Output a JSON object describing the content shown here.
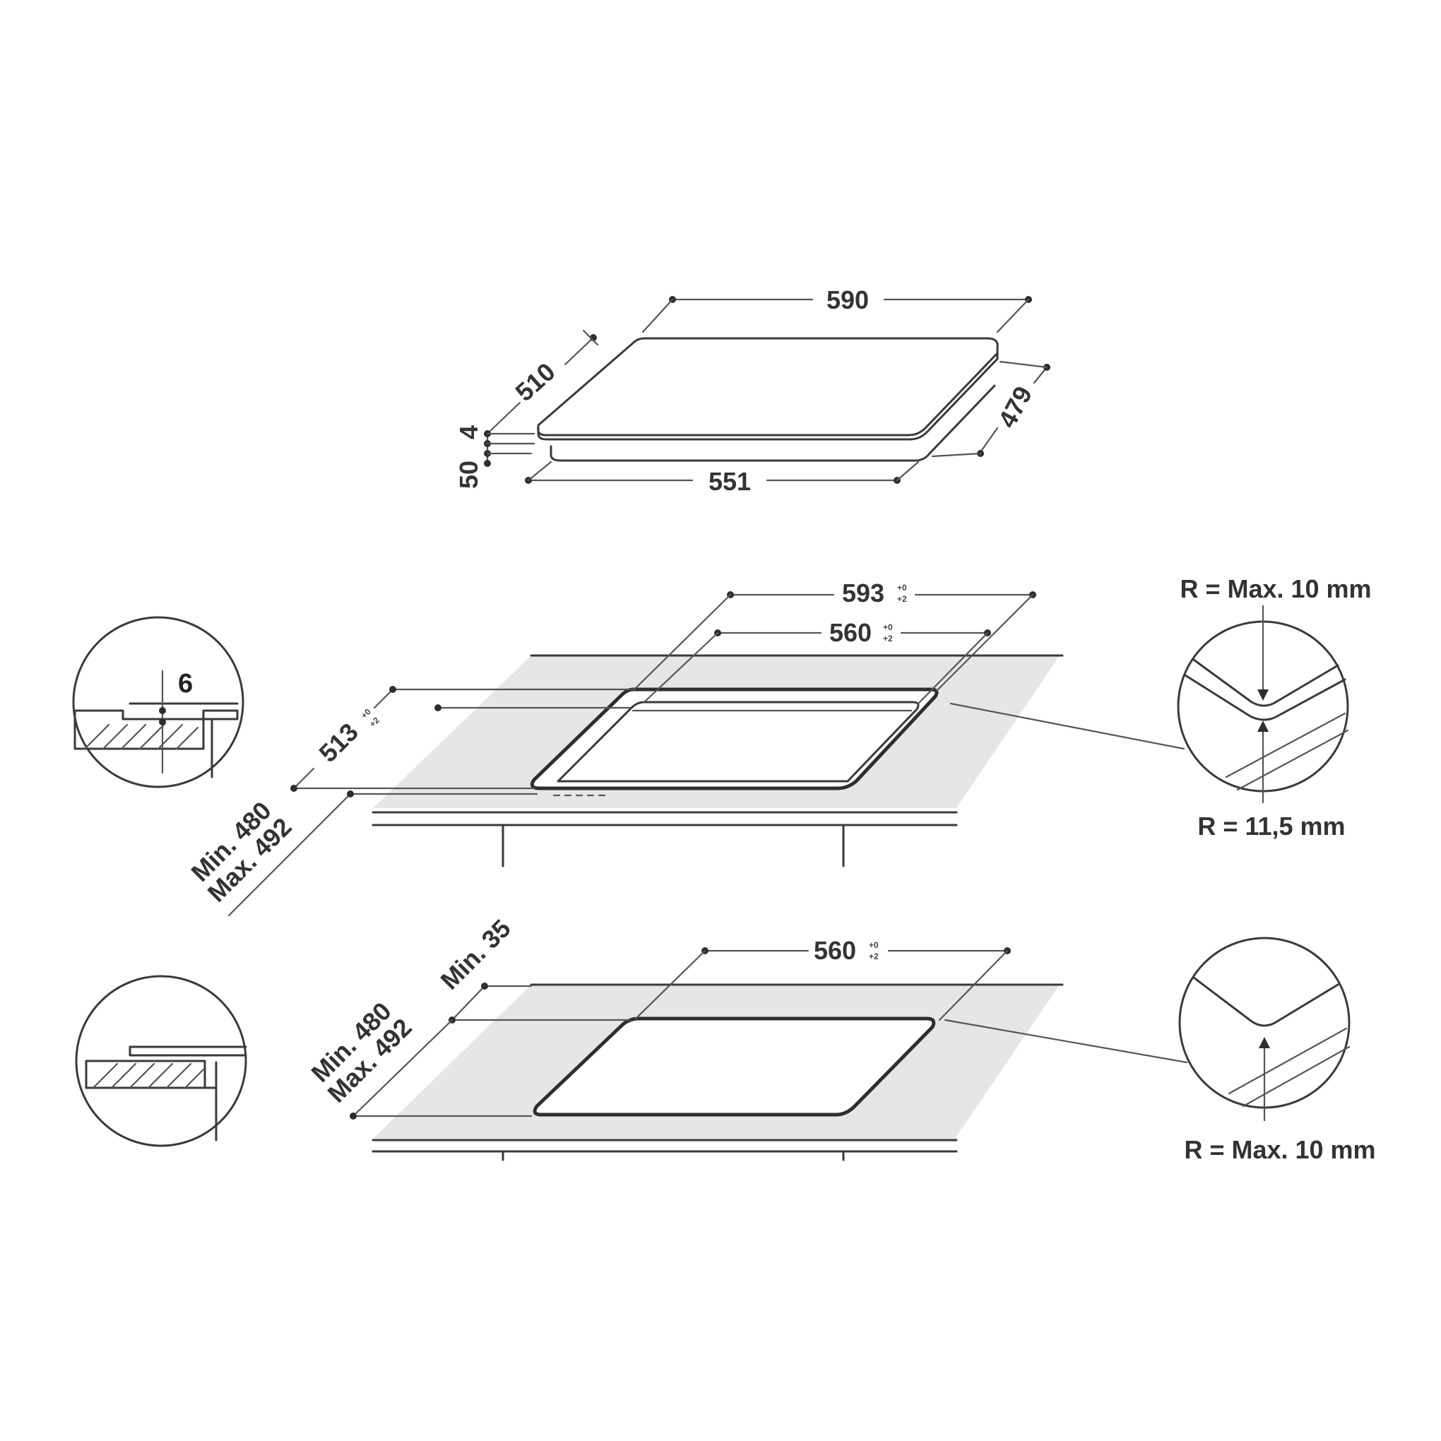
{
  "top_view": {
    "width_label": "590",
    "depth_label": "510",
    "thickness_label": "4",
    "height_label": "50",
    "bottom_width_label": "551",
    "bottom_depth_label": "479"
  },
  "flush_install": {
    "cutout_outer_width_label": "593",
    "cutout_outer_width_tol_top": "+0",
    "cutout_outer_width_tol_bottom": "+2",
    "cutout_inner_width_label": "560",
    "cutout_inner_width_tol_top": "+0",
    "cutout_inner_width_tol_bottom": "+2",
    "cutout_outer_depth_label": "513",
    "cutout_outer_depth_tol_top": "+0",
    "cutout_outer_depth_tol_bottom": "+2",
    "depth_min_label": "Min. 480",
    "depth_max_label": "Max. 492",
    "step_depth_label": "6",
    "corner_outer_radius_label": "R = Max. 10 mm",
    "corner_inner_radius_label": "R = 11,5 mm"
  },
  "standard_install": {
    "cutout_width_label": "560",
    "cutout_width_tol_top": "+0",
    "cutout_width_tol_bottom": "+2",
    "front_clearance_label": "Min. 35",
    "depth_min_label": "Min. 480",
    "depth_max_label": "Max. 492",
    "corner_radius_label": "R = Max. 10 mm"
  }
}
